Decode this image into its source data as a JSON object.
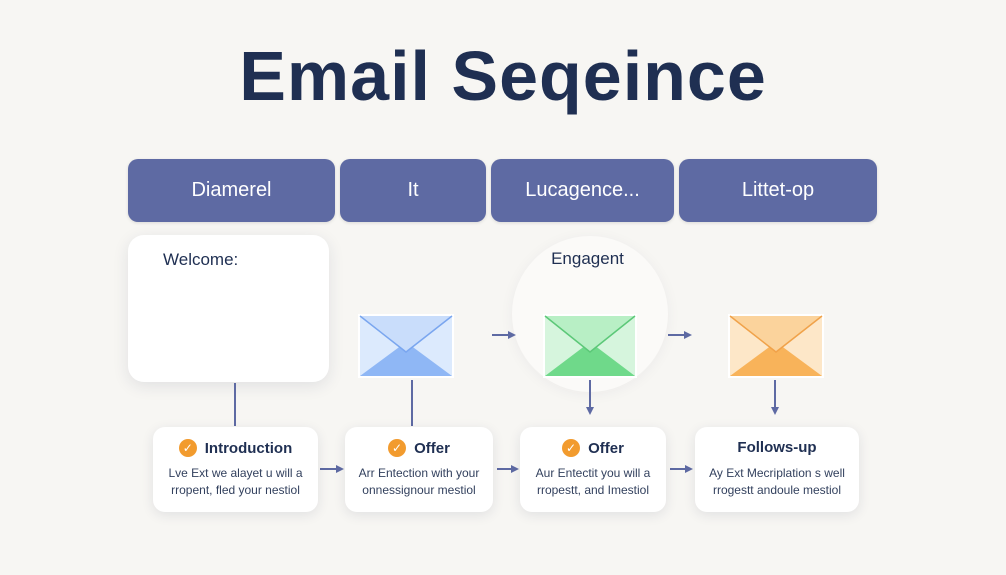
{
  "title": "Email Seqeince",
  "tabs": [
    "Diamerel",
    "It",
    "Lucagence...",
    "Littet-op"
  ],
  "top_labels": {
    "welcome": "Welcome:",
    "engagement": "Engagent"
  },
  "envelope_colors": {
    "blue": "#8fb7f5",
    "green": "#6fd98a",
    "orange": "#f8b35a"
  },
  "accent_color": "#5e6aa3",
  "steps": [
    {
      "title": "Introduction",
      "line1": "Lve Ext we alayet u will a",
      "line2": "rropent, fled your nestiol",
      "icon": "check-icon"
    },
    {
      "title": "Offer",
      "line1": "Arr Entection with your",
      "line2": "onnessignour mestiol",
      "icon": "check-icon"
    },
    {
      "title": "Offer",
      "line1": "Aur Entectit you will a",
      "line2": "rropestt, and Imestiol",
      "icon": "check-icon"
    },
    {
      "title": "Follows-up",
      "line1": "Ay Ext Mecriplation s well",
      "line2": "rrogestt andoule mestiol",
      "icon": ""
    }
  ]
}
